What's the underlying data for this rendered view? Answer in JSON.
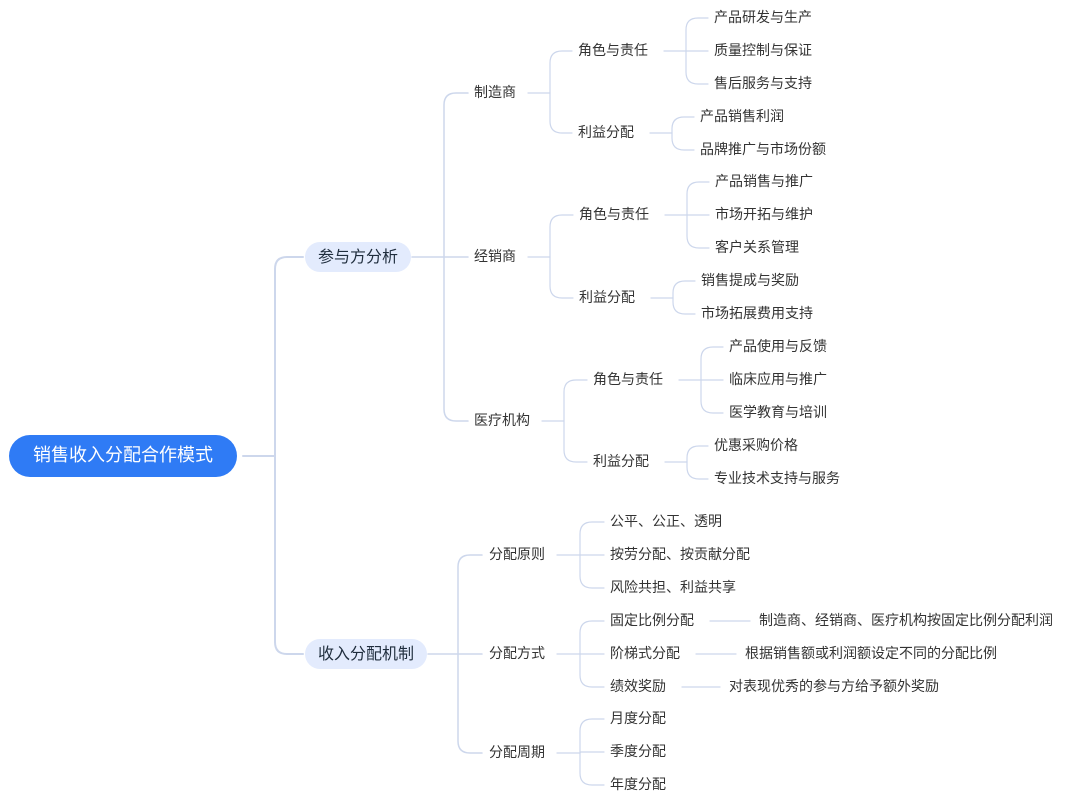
{
  "mindmap": {
    "root": "销售收入分配合作模式",
    "branches": [
      {
        "label": "参与方分析",
        "children": [
          {
            "label": "制造商",
            "children": [
              {
                "label": "角色与责任",
                "children": [
                  "产品研发与生产",
                  "质量控制与保证",
                  "售后服务与支持"
                ]
              },
              {
                "label": "利益分配",
                "children": [
                  "产品销售利润",
                  "品牌推广与市场份额"
                ]
              }
            ]
          },
          {
            "label": "经销商",
            "children": [
              {
                "label": "角色与责任",
                "children": [
                  "产品销售与推广",
                  "市场开拓与维护",
                  "客户关系管理"
                ]
              },
              {
                "label": "利益分配",
                "children": [
                  "销售提成与奖励",
                  "市场拓展费用支持"
                ]
              }
            ]
          },
          {
            "label": "医疗机构",
            "children": [
              {
                "label": "角色与责任",
                "children": [
                  "产品使用与反馈",
                  "临床应用与推广",
                  "医学教育与培训"
                ]
              },
              {
                "label": "利益分配",
                "children": [
                  "优惠采购价格",
                  "专业技术支持与服务"
                ]
              }
            ]
          }
        ]
      },
      {
        "label": "收入分配机制",
        "children": [
          {
            "label": "分配原则",
            "children": [
              "公平、公正、透明",
              "按劳分配、按贡献分配",
              "风险共担、利益共享"
            ]
          },
          {
            "label": "分配方式",
            "children": [
              {
                "label": "固定比例分配",
                "children": [
                  "制造商、经销商、医疗机构按固定比例分配利润"
                ]
              },
              {
                "label": "阶梯式分配",
                "children": [
                  "根据销售额或利润额设定不同的分配比例"
                ]
              },
              {
                "label": "绩效奖励",
                "children": [
                  "对表现优秀的参与方给予额外奖励"
                ]
              }
            ]
          },
          {
            "label": "分配周期",
            "children": [
              "月度分配",
              "季度分配",
              "年度分配"
            ]
          }
        ]
      }
    ]
  },
  "colors": {
    "root_fill": "#2f7bf5",
    "branch_fill": "#e3ebfd",
    "line": "#cdd7ec",
    "text": "#333333"
  }
}
